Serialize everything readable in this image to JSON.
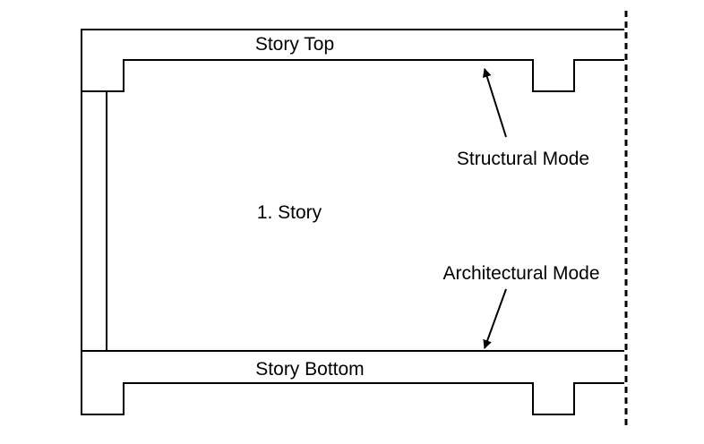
{
  "diagram": {
    "labels": {
      "story_top": "Story Top",
      "story_name": "1. Story",
      "structural_mode": "Structural Mode",
      "architectural_mode": "Architectural Mode",
      "story_bottom": "Story Bottom"
    },
    "colors": {
      "line": "#000000",
      "background": "#ffffff"
    }
  }
}
